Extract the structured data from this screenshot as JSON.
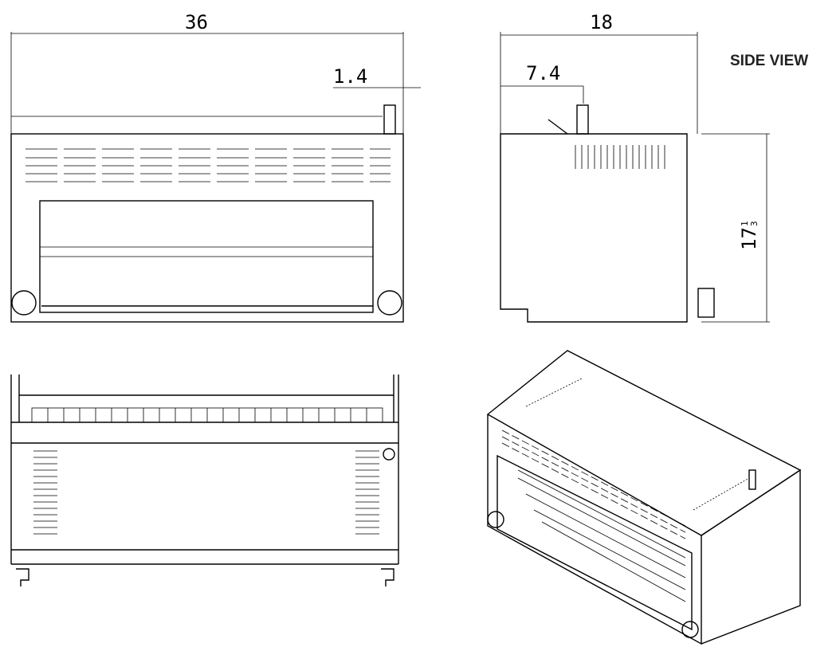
{
  "title": "SIDE VIEW",
  "dimensions": {
    "front_width": "36",
    "gas_offset": "1.4",
    "side_depth": "18",
    "gas_depth": "7.4",
    "height_whole": "17",
    "height_frac_num": "1",
    "height_frac_den": "3"
  }
}
